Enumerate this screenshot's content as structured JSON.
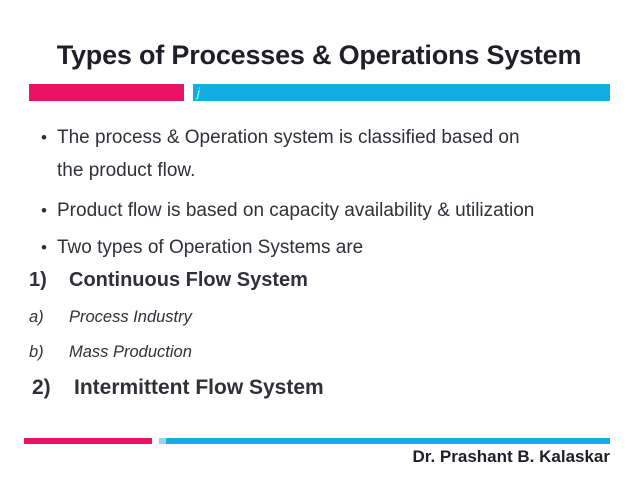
{
  "slide": {
    "title": "Types of Processes & Operations System",
    "divider_glyph": "j",
    "footer": "Dr. Prashant B. Kalaskar",
    "colors": {
      "pink": "#EB1164",
      "cyan": "#12AEE2",
      "cyan_light": "#8ED6EE",
      "title_text": "#1F1F28",
      "body_text": "#30303A"
    },
    "items": [
      {
        "marker": "•",
        "text": "The process & Operation system is classified based on\nthe product flow."
      },
      {
        "marker": "•",
        "text": "Product flow is based on capacity availability & utilization"
      },
      {
        "marker": "•",
        "text": "Two types of Operation Systems are"
      },
      {
        "marker": "1)",
        "text": "Continuous Flow System"
      },
      {
        "marker": "a)",
        "text": "Process Industry"
      },
      {
        "marker": "b)",
        "text": "Mass Production"
      },
      {
        "marker": "2)",
        "text": "Intermittent Flow System"
      }
    ]
  }
}
